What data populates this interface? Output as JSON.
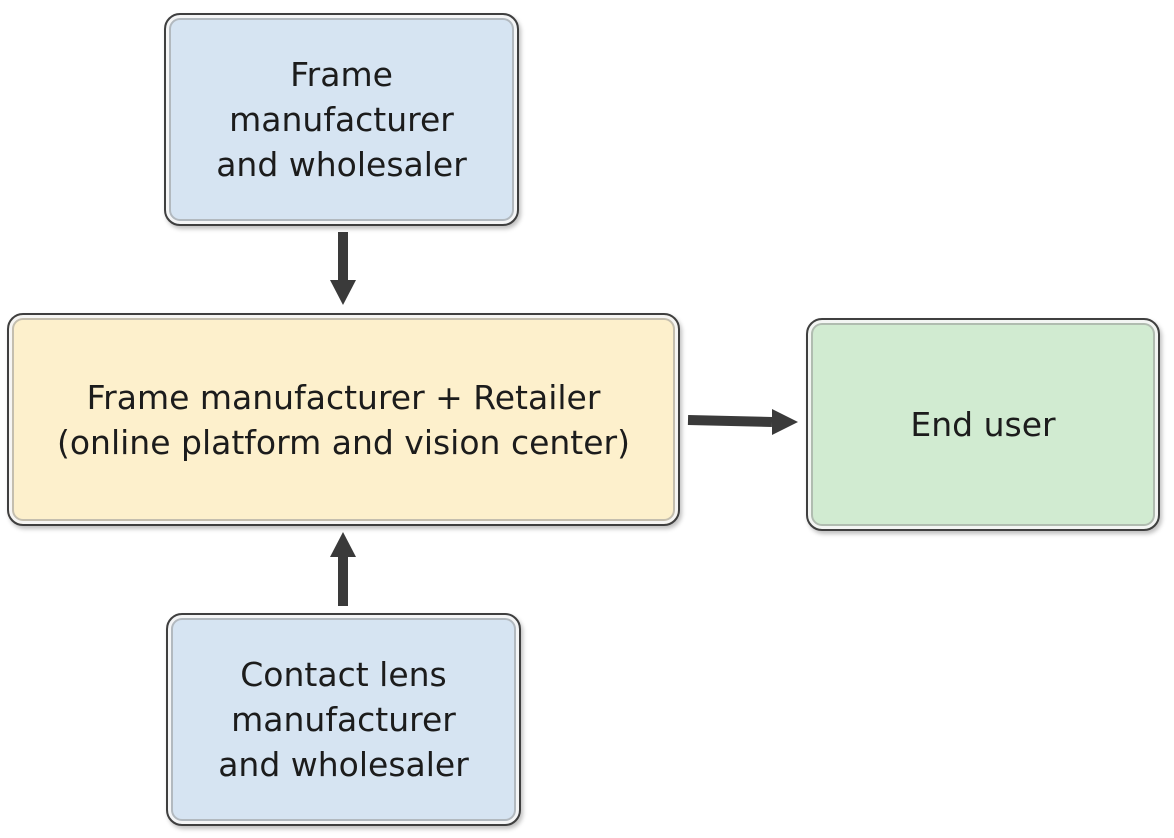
{
  "colors": {
    "supplier_fill": "#d6e4f2",
    "retailer_fill": "#fdf0cc",
    "enduser_fill": "#d1ebd1",
    "arrow": "#3a3a3a"
  },
  "nodes": {
    "frame_manufacturer": {
      "lines": [
        "Frame",
        "manufacturer",
        "and wholesaler"
      ]
    },
    "retailer": {
      "lines": [
        "Frame manufacturer + Retailer",
        "(online platform and vision center)"
      ]
    },
    "end_user": {
      "lines": [
        "End user"
      ]
    },
    "contact_lens_manufacturer": {
      "lines": [
        "Contact lens",
        "manufacturer",
        "and wholesaler"
      ]
    }
  }
}
